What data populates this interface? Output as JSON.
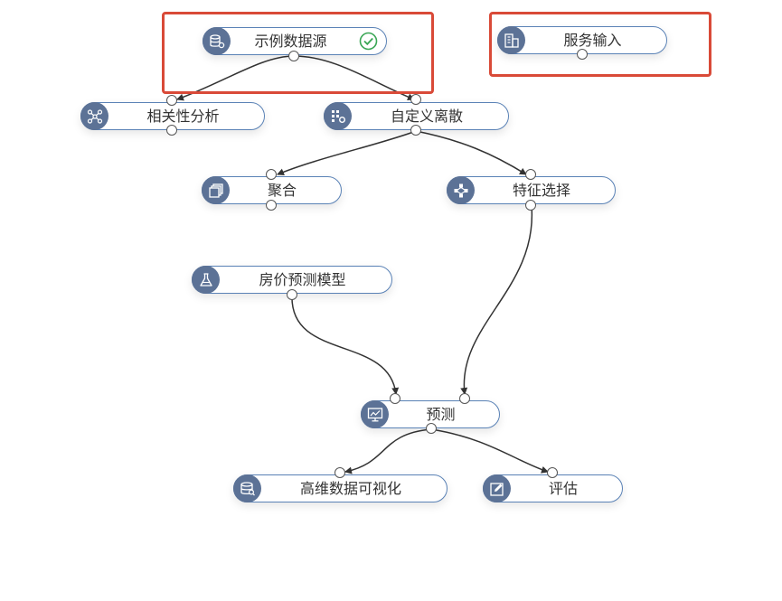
{
  "nodes": {
    "sample_data_source": {
      "label": "示例数据源",
      "icon": "database-gear-icon",
      "status": "success-check"
    },
    "service_input": {
      "label": "服务输入",
      "icon": "building-icon"
    },
    "correlation_analysis": {
      "label": "相关性分析",
      "icon": "network-graph-icon"
    },
    "custom_discretize": {
      "label": "自定义离散",
      "icon": "grid-gear-icon"
    },
    "aggregate": {
      "label": "聚合",
      "icon": "stacked-pages-icon"
    },
    "feature_selection": {
      "label": "特征选择",
      "icon": "diamond-nodes-icon"
    },
    "house_price_model": {
      "label": "房价预测模型",
      "icon": "flask-icon"
    },
    "predict": {
      "label": "预测",
      "icon": "monitor-chart-icon"
    },
    "hd_visualization": {
      "label": "高维数据可视化",
      "icon": "database-search-icon"
    },
    "evaluate": {
      "label": "评估",
      "icon": "edit-square-icon"
    }
  },
  "edges": [
    {
      "from": "示例数据源",
      "to": "相关性分析"
    },
    {
      "from": "示例数据源",
      "to": "自定义离散"
    },
    {
      "from": "自定义离散",
      "to": "聚合"
    },
    {
      "from": "自定义离散",
      "to": "特征选择"
    },
    {
      "from": "房价预测模型",
      "to": "预测"
    },
    {
      "from": "特征选择",
      "to": "预测"
    },
    {
      "from": "预测",
      "to": "高维数据可视化"
    },
    {
      "from": "预测",
      "to": "评估"
    }
  ],
  "colors": {
    "node_border": "#5a82b6",
    "icon_bg": "#5c7296",
    "edge": "#333333",
    "highlight": "#d94a38",
    "success": "#3aa655"
  }
}
